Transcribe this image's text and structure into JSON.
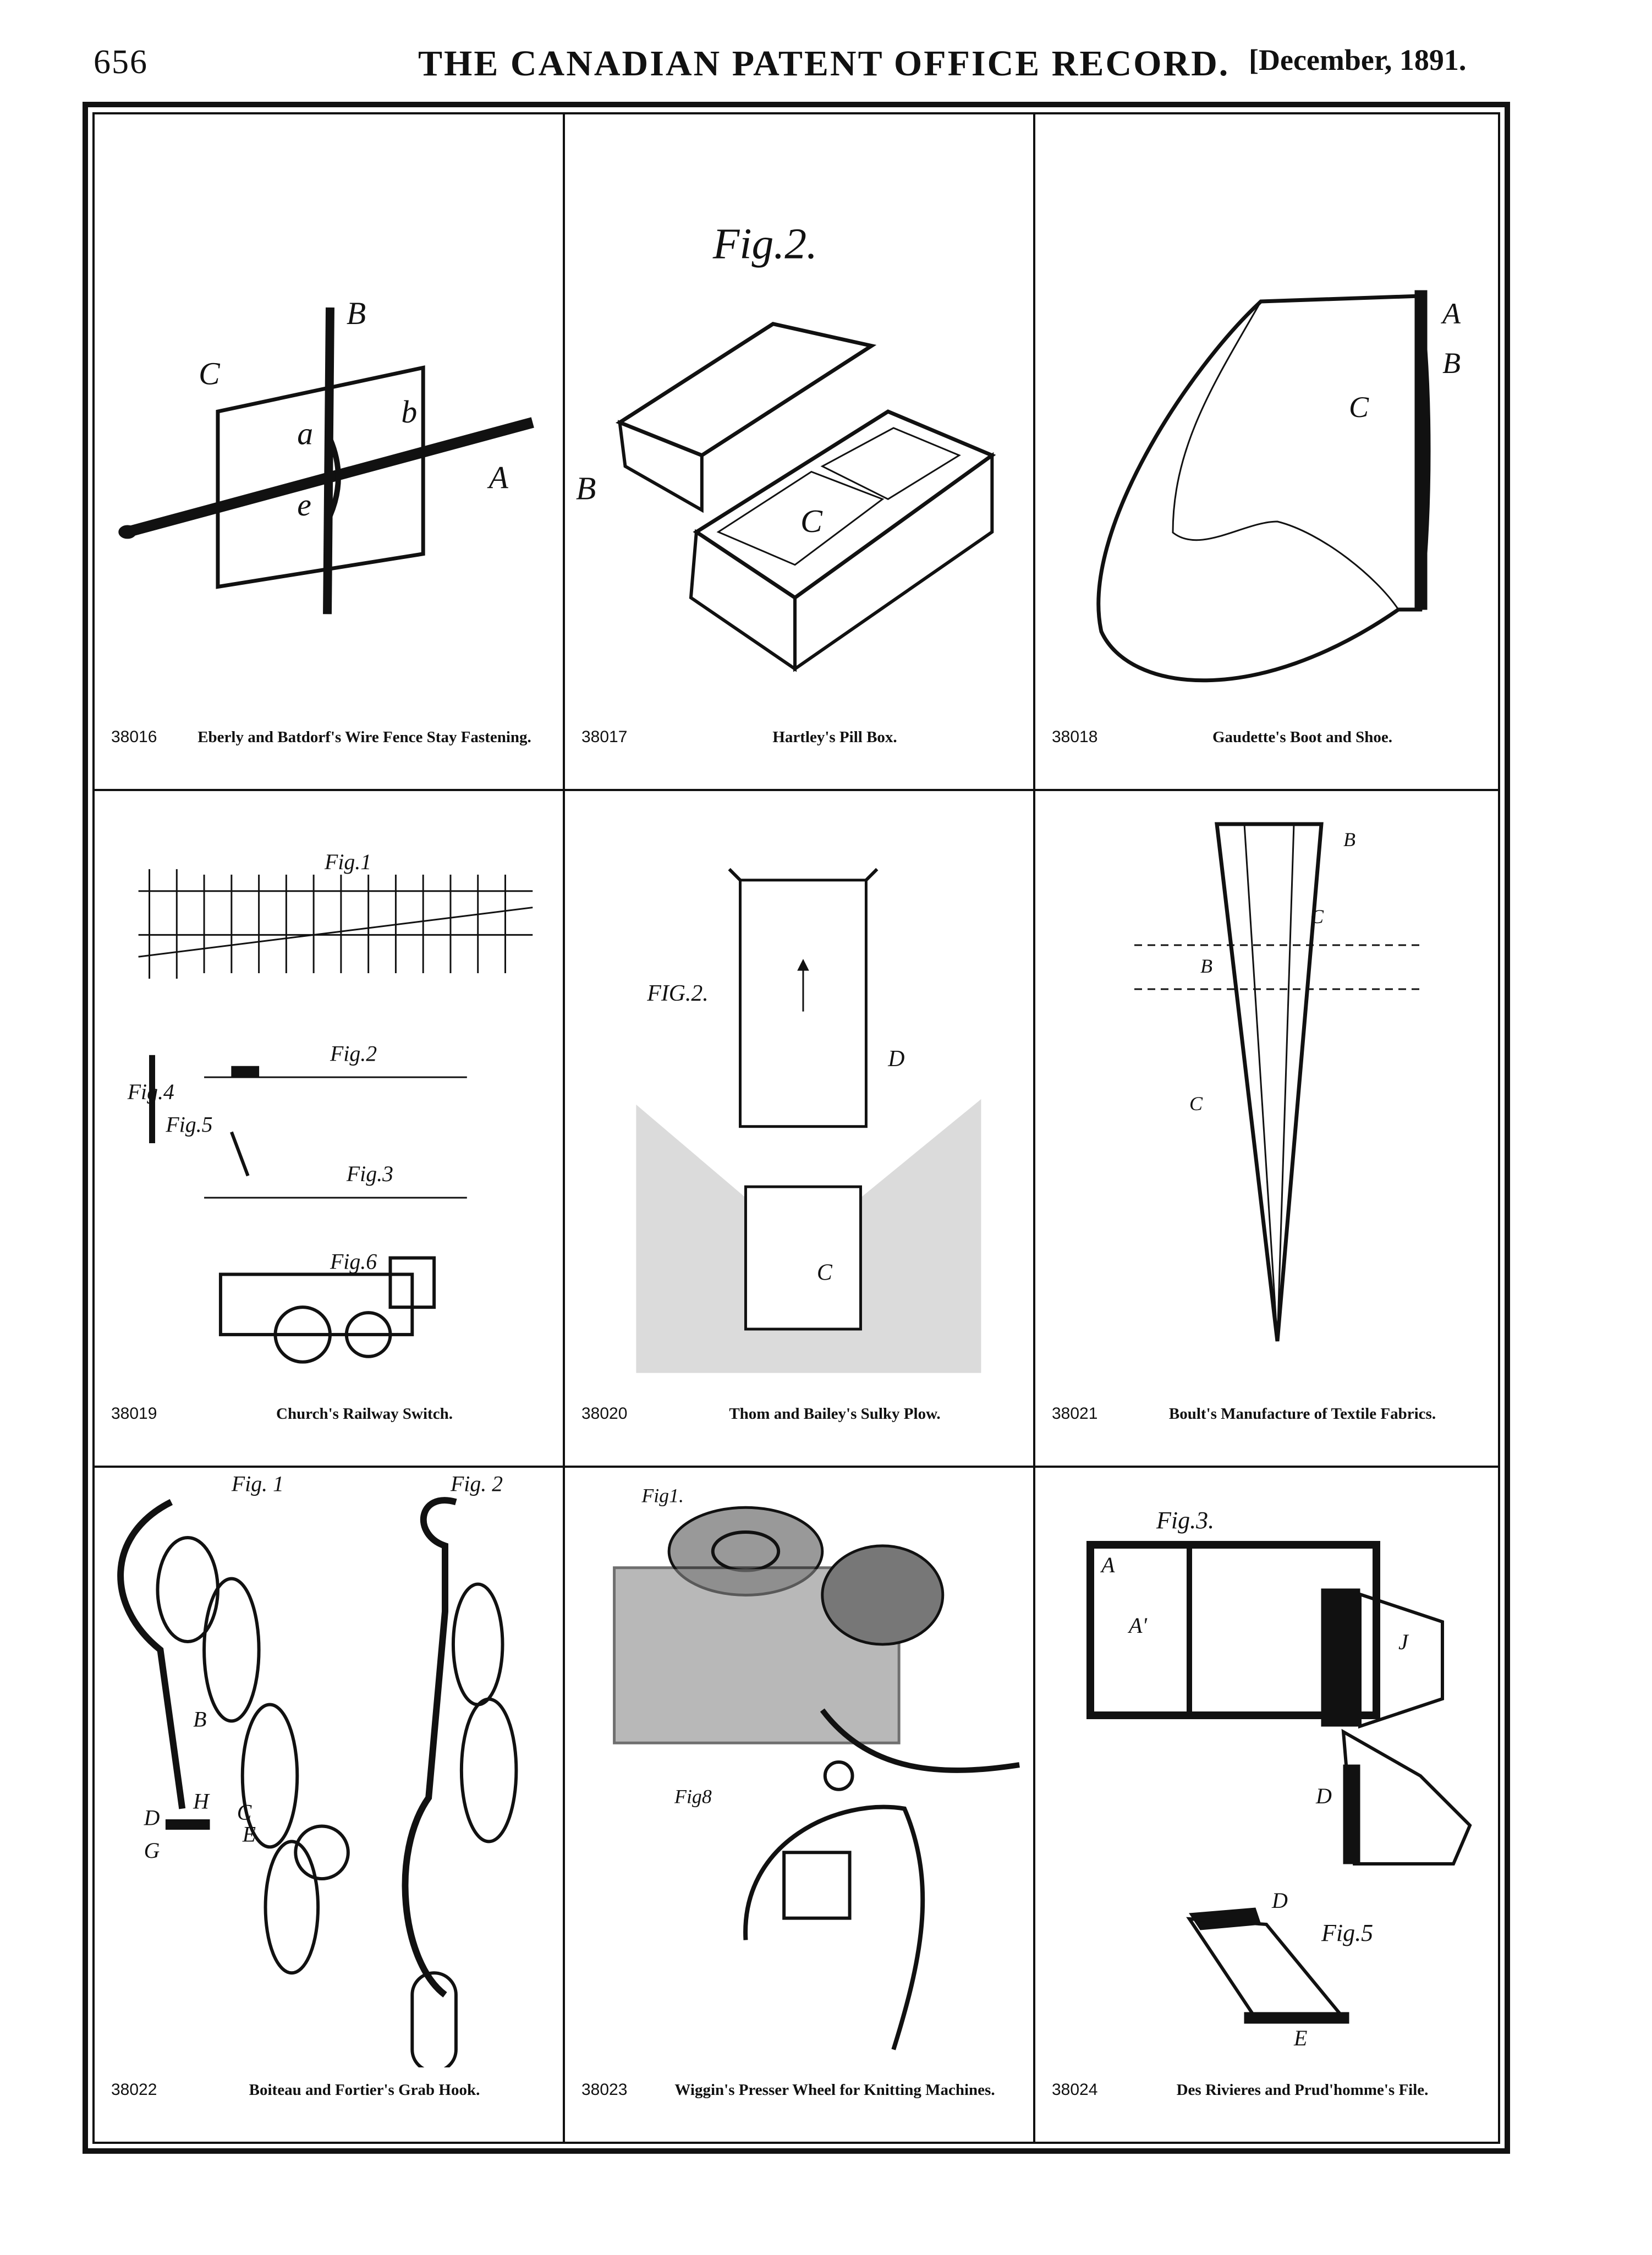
{
  "header": {
    "page_number": "656",
    "title": "THE CANADIAN PATENT OFFICE RECORD.",
    "date": "[December, 1891."
  },
  "patents": [
    {
      "number": "38016",
      "title": "Eberly and Batdorf's Wire Fence Stay Fastening.",
      "figure_labels": [
        "B",
        "C",
        "a",
        "b",
        "e",
        "A"
      ]
    },
    {
      "number": "38017",
      "title": "Hartley's Pill Box.",
      "figure_labels": [
        "Fig.2.",
        "B",
        "C"
      ]
    },
    {
      "number": "38018",
      "title": "Gaudette's Boot and Shoe.",
      "figure_labels": [
        "A",
        "B",
        "C"
      ]
    },
    {
      "number": "38019",
      "title": "Church's Railway Switch.",
      "figure_labels": [
        "Fig.1",
        "Fig.2",
        "Fig.3",
        "Fig.4",
        "Fig.5",
        "Fig.6"
      ]
    },
    {
      "number": "38020",
      "title": "Thom and Bailey's Sulky Plow.",
      "figure_labels": [
        "FIG.2.",
        "D",
        "C"
      ]
    },
    {
      "number": "38021",
      "title": "Boult's Manufacture of Textile Fabrics.",
      "figure_labels": [
        "B",
        "C",
        "B",
        "C"
      ]
    },
    {
      "number": "38022",
      "title": "Boiteau and Fortier's Grab Hook.",
      "figure_labels": [
        "Fig. 1",
        "Fig. 2",
        "B",
        "H",
        "D",
        "G",
        "C",
        "E"
      ]
    },
    {
      "number": "38023",
      "title": "Wiggin's Presser Wheel for Knitting Machines.",
      "figure_labels": [
        "Fig1.",
        "Fig8"
      ]
    },
    {
      "number": "38024",
      "title": "Des Rivieres and Prud'homme's File.",
      "figure_labels": [
        "Fig.3.",
        "A",
        "A'",
        "J",
        "D",
        "Fig.5",
        "D",
        "E"
      ]
    }
  ]
}
